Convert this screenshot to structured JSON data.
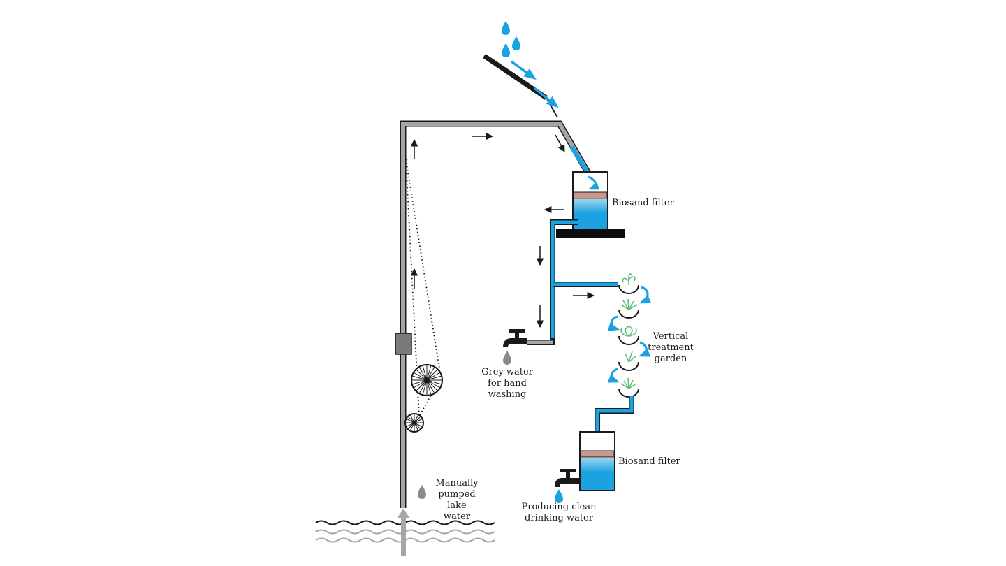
{
  "labels": {
    "biosand_filter_top": "Biosand filter",
    "grey_water": "Grey water\nfor hand\nwashing",
    "vertical_garden": "Vertical\ntreatment\ngarden",
    "biosand_filter_bottom": "Biosand filter",
    "clean_water": "Producing clean\ndrinking water",
    "lake_water": "Manually\npumped lake\nwater"
  },
  "colors": {
    "water_blue": "#1aa3e0",
    "pipe_grey": "#a6a6a6",
    "outline": "#1a1a1a",
    "sand": "#c9978c",
    "plant_green": "#5fc07a"
  },
  "icons": [
    "raindrop-icon",
    "faucet-icon",
    "plant-icon",
    "pulley-wheel-icon",
    "arrow-icon"
  ]
}
